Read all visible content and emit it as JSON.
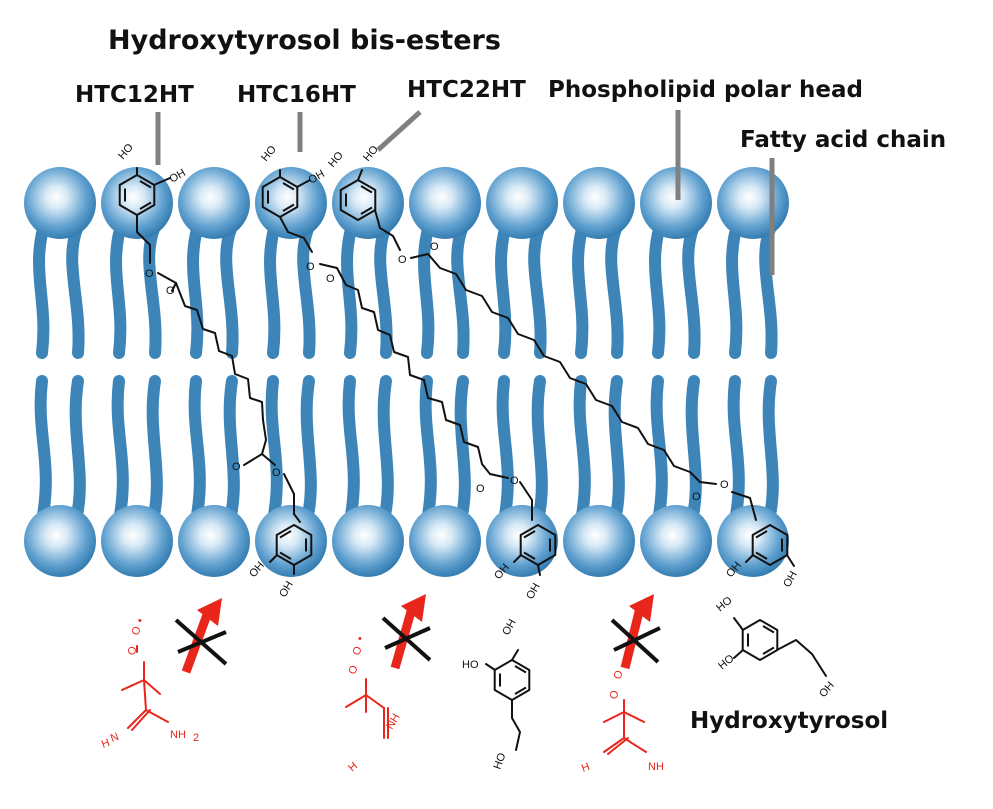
{
  "title": "Hydroxytyrosol bis-esters",
  "labels": {
    "htc12": "HTC12HT",
    "htc16": "HTC16HT",
    "htc22": "HTC22HT",
    "polar_head": "Phospholipid polar head",
    "fatty_chain": "Fatty acid chain",
    "hydroxytyrosol": "Hydroxytyrosol"
  },
  "atoms": {
    "hydroxyl": "OH",
    "hydroxyl_rev": "HO",
    "oxygen": "O",
    "radical_oxygen": "O",
    "amine": "NH",
    "amine_subscript": "2",
    "amine_rev": "H",
    "amine_rev_tail": "N",
    "radical_dot": "•"
  },
  "colors": {
    "membrane": "#3d85b8",
    "head_center": "#ffffff",
    "radical": "#e8261c",
    "arrow": "#e8261c",
    "molecule": "#111111",
    "pointer": "#808080"
  },
  "membrane": {
    "lipid_count": 10
  }
}
